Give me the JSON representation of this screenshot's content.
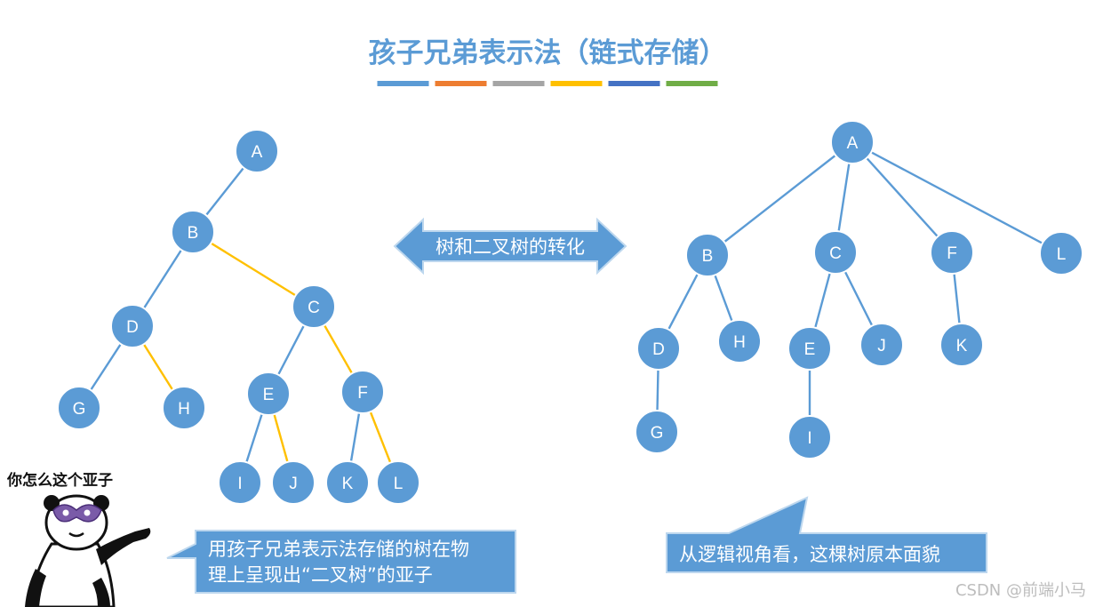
{
  "title": "孩子兄弟表示法（链式存储）",
  "colors": {
    "accent": "#5b9bd5",
    "sibling_edge": "#ffc000",
    "node_stroke": "#ffffff",
    "callout_fill": "#5b9bd5",
    "callout_stroke": "#bdd7ee"
  },
  "color_bar": [
    "#5b9bd5",
    "#ed7d31",
    "#a5a5a5",
    "#ffc000",
    "#4472c4",
    "#70ad47"
  ],
  "arrow_label": "树和二叉树的转化",
  "left_tree": {
    "nodes": [
      "A",
      "B",
      "C",
      "D",
      "E",
      "F",
      "G",
      "H",
      "I",
      "J",
      "K",
      "L"
    ],
    "child_edges": [
      [
        "A",
        "B"
      ],
      [
        "B",
        "D"
      ],
      [
        "D",
        "G"
      ],
      [
        "C",
        "E"
      ],
      [
        "E",
        "I"
      ],
      [
        "F",
        "K"
      ]
    ],
    "sibling_edges": [
      [
        "B",
        "C"
      ],
      [
        "D",
        "H"
      ],
      [
        "C",
        "F"
      ],
      [
        "E",
        "J"
      ],
      [
        "F",
        "L"
      ]
    ]
  },
  "right_tree": {
    "nodes": [
      "A",
      "B",
      "C",
      "F",
      "L",
      "D",
      "H",
      "E",
      "J",
      "K",
      "G",
      "I"
    ],
    "edges": [
      [
        "A",
        "B"
      ],
      [
        "A",
        "C"
      ],
      [
        "A",
        "F"
      ],
      [
        "A",
        "L"
      ],
      [
        "B",
        "D"
      ],
      [
        "B",
        "H"
      ],
      [
        "C",
        "E"
      ],
      [
        "C",
        "J"
      ],
      [
        "F",
        "K"
      ],
      [
        "D",
        "G"
      ],
      [
        "E",
        "I"
      ]
    ]
  },
  "panda_caption": "你怎么这个亚子",
  "left_callout": {
    "line1": "用孩子兄弟表示法存储的树在物",
    "line2": "理上呈现出“二叉树”的亚子"
  },
  "right_callout": "从逻辑视角看，这棵树原本面貌",
  "watermark": "CSDN @前端小马"
}
